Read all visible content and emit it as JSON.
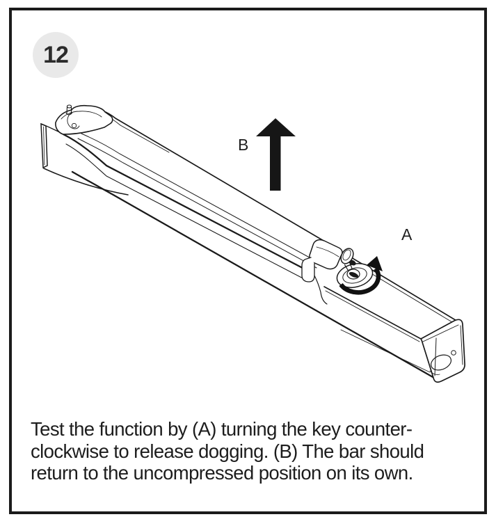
{
  "step": {
    "number": "12"
  },
  "figure": {
    "label_a": "A",
    "label_b": "B",
    "icons": [
      "up-arrow-icon",
      "counterclockwise-rotation-arrow-icon",
      "key-icon"
    ],
    "description": "Isometric line drawing of an exit device push bar with dogging key cylinder"
  },
  "caption": {
    "line1": "Test the function by (A) turning the key counter-",
    "line2": "clockwise to release dogging. (B) The bar should",
    "line3": "return to the uncompressed position on its own."
  },
  "colors": {
    "line": "#1a1a1a",
    "frame": "#1b1b1b",
    "badge_bg": "#e9e9e9",
    "badge_text": "#2b2b2b",
    "text": "#1d1d1d",
    "arrow": "#161616"
  }
}
